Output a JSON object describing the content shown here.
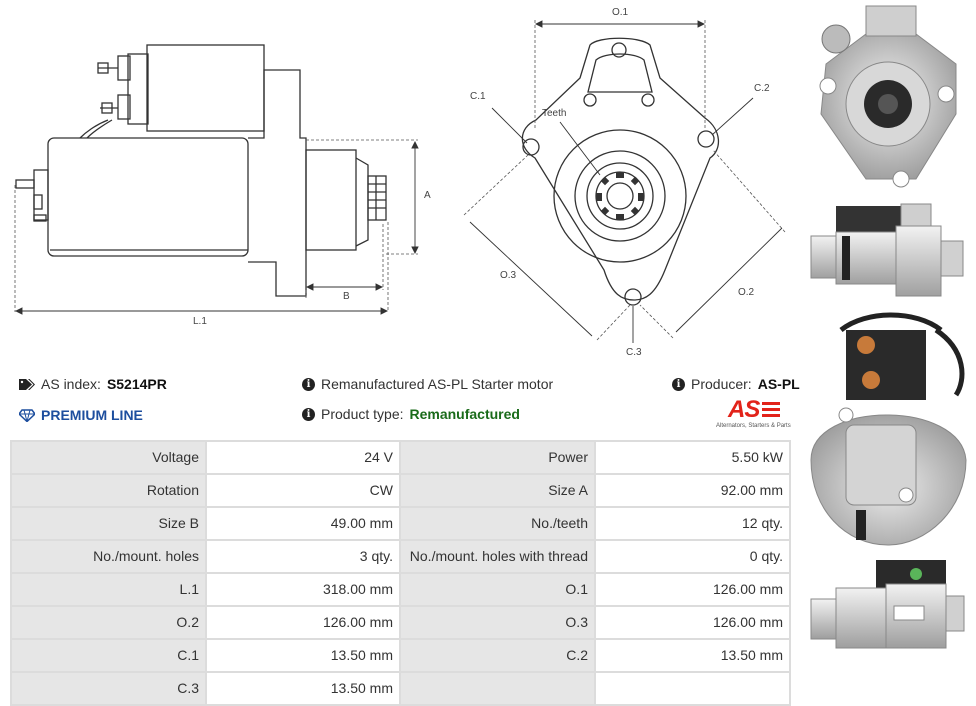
{
  "diagram": {
    "labels": {
      "O1": "O.1",
      "C1": "C.1",
      "C2": "C.2",
      "teeth": "Teeth",
      "O3": "O.3",
      "O2": "O.2",
      "C3": "C.3",
      "A": "A",
      "B": "B",
      "L1": "L.1"
    }
  },
  "info": {
    "as_index_label": "AS index:",
    "as_index_value": "S5214PR",
    "premium": "PREMIUM LINE",
    "description": "Remanufactured AS-PL Starter motor",
    "product_type_label": "Product type:",
    "product_type_value": "Remanufactured",
    "producer_label": "Producer:",
    "producer_value": "AS-PL"
  },
  "brand": {
    "logo_text": "AS",
    "tagline": "Alternators, Starters & Parts",
    "color": "#e2231a"
  },
  "specs": [
    [
      {
        "label": "Voltage",
        "value": "24 V"
      },
      {
        "label": "Power",
        "value": "5.50 kW"
      }
    ],
    [
      {
        "label": "Rotation",
        "value": "CW"
      },
      {
        "label": "Size A",
        "value": "92.00 mm"
      }
    ],
    [
      {
        "label": "Size B",
        "value": "49.00 mm"
      },
      {
        "label": "No./teeth",
        "value": "12 qty."
      }
    ],
    [
      {
        "label": "No./mount. holes",
        "value": "3 qty."
      },
      {
        "label": "No./mount. holes with thread",
        "value": "0 qty."
      }
    ],
    [
      {
        "label": "L.1",
        "value": "318.00 mm"
      },
      {
        "label": "O.1",
        "value": "126.00 mm"
      }
    ],
    [
      {
        "label": "O.2",
        "value": "126.00 mm"
      },
      {
        "label": "O.3",
        "value": "126.00 mm"
      }
    ],
    [
      {
        "label": "C.1",
        "value": "13.50 mm"
      },
      {
        "label": "C.2",
        "value": "13.50 mm"
      }
    ],
    [
      {
        "label": "C.3",
        "value": "13.50 mm"
      },
      {
        "label": "",
        "value": ""
      }
    ]
  ]
}
